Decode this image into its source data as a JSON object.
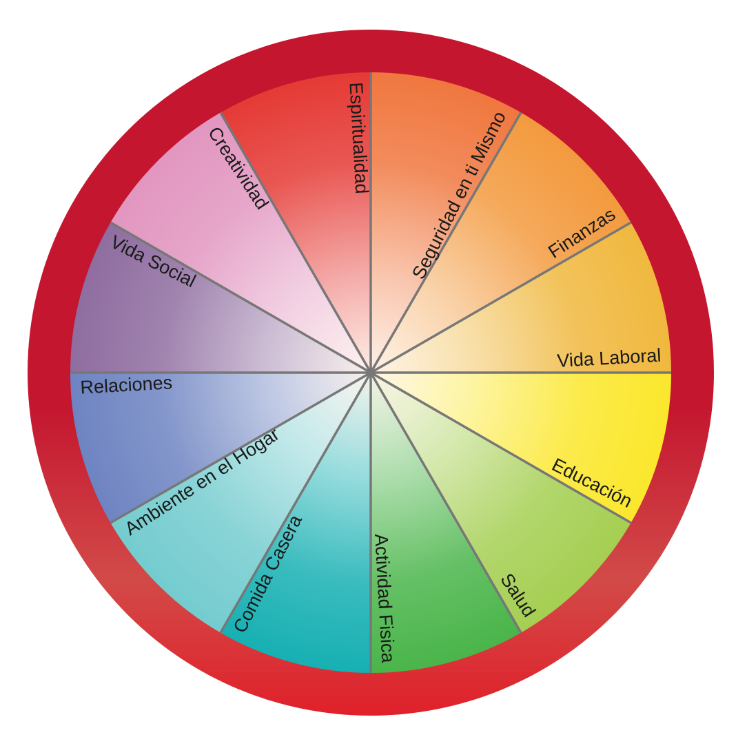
{
  "wheel": {
    "segments": [
      {
        "label": "Espiritualidad",
        "color": "#e53a35"
      },
      {
        "label": "Seguridad en ti Mismo",
        "color": "#f0773f"
      },
      {
        "label": "Finanzas",
        "color": "#f39a3e"
      },
      {
        "label": "Vida Laboral",
        "color": "#f0b83e"
      },
      {
        "label": "Educación",
        "color": "#fbe72c"
      },
      {
        "label": "Salud",
        "color": "#a5cf52"
      },
      {
        "label": "Actividad Fisica",
        "color": "#4ab54a"
      },
      {
        "label": "Comida Casera",
        "color": "#17b0b3"
      },
      {
        "label": "Ambiente en el Hogar",
        "color": "#74cccf"
      },
      {
        "label": "Relaciones",
        "color": "#6e84c2"
      },
      {
        "label": "Vida Social",
        "color": "#8f6da0"
      },
      {
        "label": "Creatividad",
        "color": "#e296c0"
      }
    ],
    "ring_color_top": "#c4162f",
    "ring_color_bottom": "#e0202a",
    "center_color": "#fff6ee",
    "divider_color": "#777777"
  }
}
